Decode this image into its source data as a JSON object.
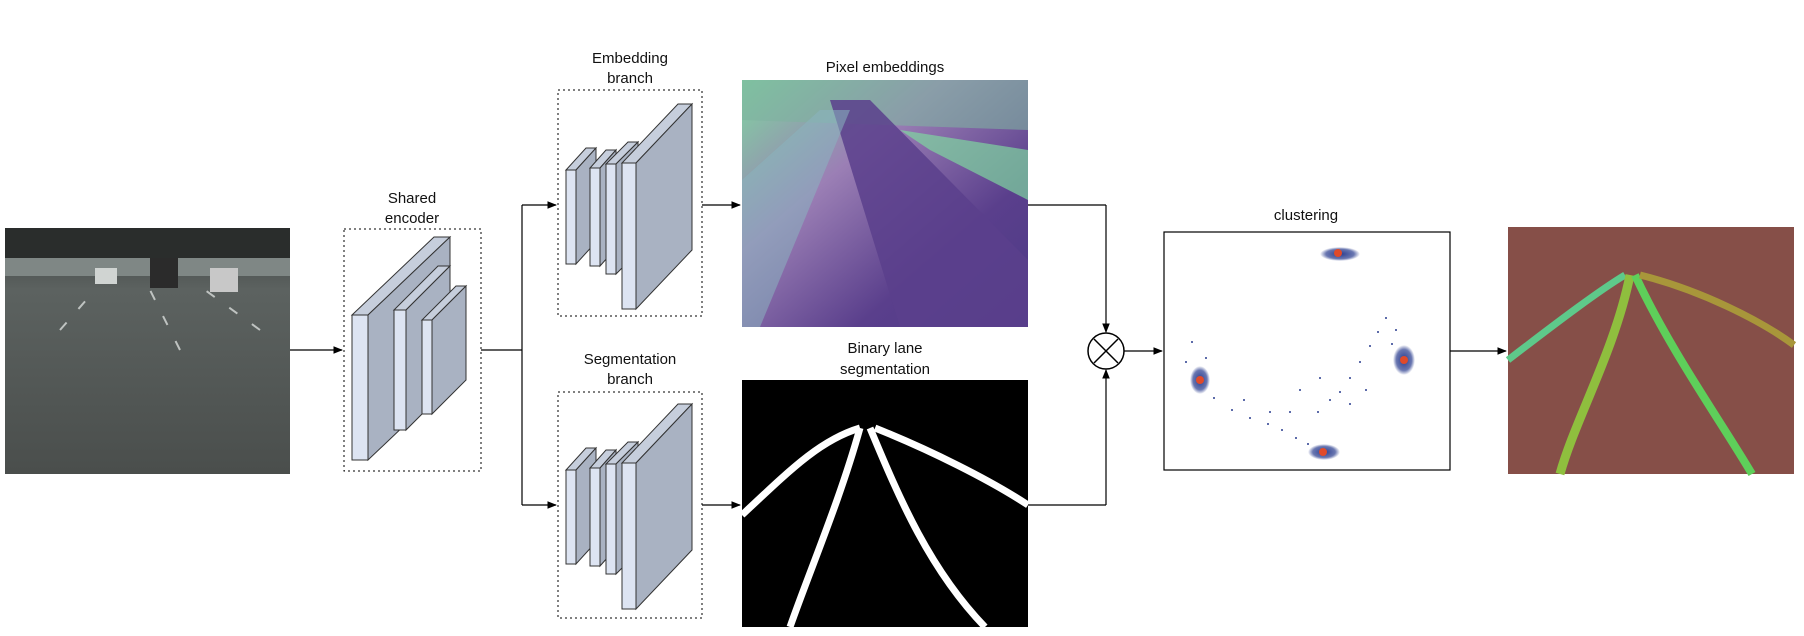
{
  "labels": {
    "shared_encoder_1": "Shared",
    "shared_encoder_2": "encoder",
    "embedding_branch_1": "Embedding",
    "embedding_branch_2": "branch",
    "segmentation_branch_1": "Segmentation",
    "segmentation_branch_2": "branch",
    "pixel_embeddings": "Pixel embeddings",
    "binary_lane_1": "Binary lane",
    "binary_lane_2": "segmentation",
    "clustering": "clustering"
  },
  "colors": {
    "layer_front": "#dde4f2",
    "layer_side": "#a9b2c2",
    "road_bg": "#4a4f4d",
    "embed_purple": "#5a3f8c",
    "embed_green": "#7fd6a0",
    "binary_bg": "#000000",
    "binary_lane": "#ffffff",
    "output_bg": "#864f48",
    "cluster_blue": "#2a3d8f",
    "cluster_red": "#e04a2a"
  }
}
